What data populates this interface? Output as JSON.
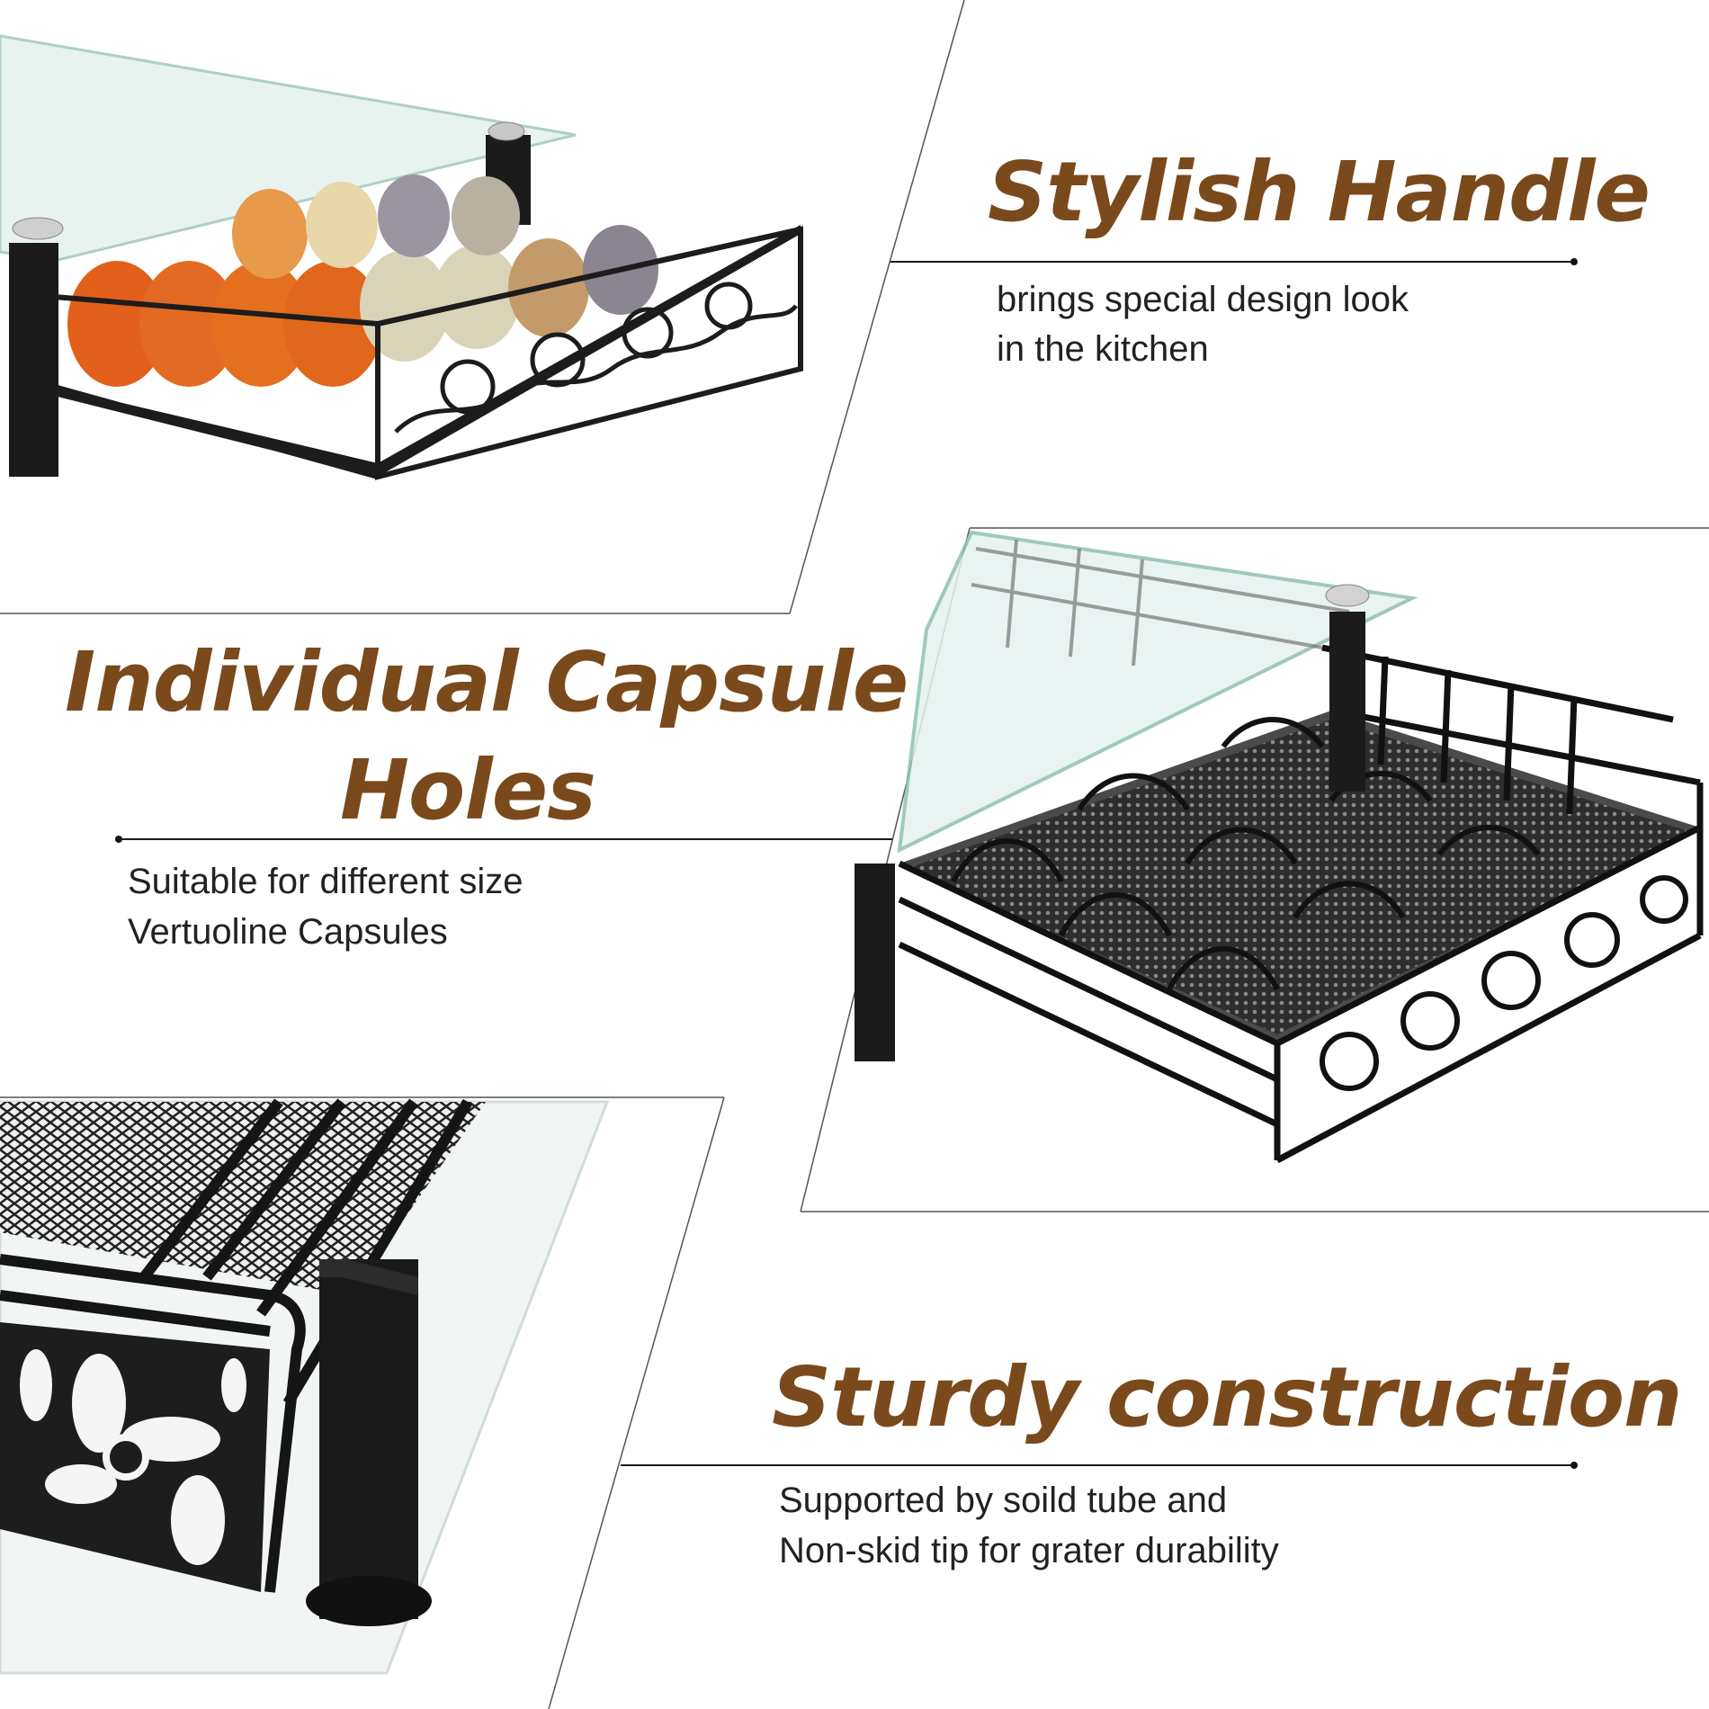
{
  "colors": {
    "heading": "#7a4a1c",
    "text": "#222222",
    "metal": "#1c1c1c",
    "glass": "#cfe6e0"
  },
  "features": [
    {
      "title": "Stylish Handle",
      "description": [
        "brings special design look",
        "in the kitchen"
      ]
    },
    {
      "title_lines": [
        "Individual Capsule",
        "Holes"
      ],
      "description": [
        "Suitable for different size",
        "Vertuoline Capsules"
      ]
    },
    {
      "title": "Sturdy construction",
      "description": [
        "Supported by soild tube and",
        "Non-skid tip for grater durability"
      ]
    }
  ]
}
